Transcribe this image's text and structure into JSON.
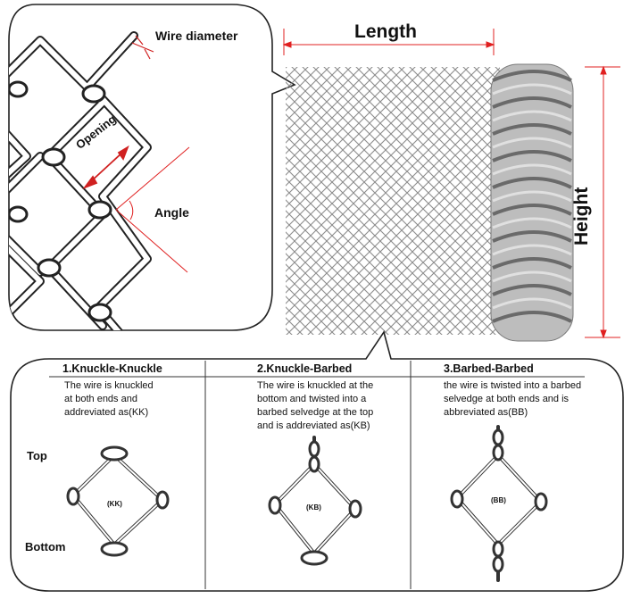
{
  "top": {
    "wire_diameter_label": "Wire diameter",
    "opening_label": "Opening",
    "angle_label": "Angle",
    "length_label": "Length",
    "height_label": "Height"
  },
  "types": [
    {
      "title": "1.Knuckle-Knuckle",
      "lines": [
        "The wire is knuckled",
        "at both ends and",
        "addreviated as(KK)"
      ],
      "code": "(KK)"
    },
    {
      "title": "2.Knuckle-Barbed",
      "lines": [
        "The wire is knuckled at the",
        "bottom and twisted into a",
        "barbed selvedge at the top",
        "and is addreviated as(KB)"
      ],
      "code": "(KB)"
    },
    {
      "title": "3.Barbed-Barbed",
      "lines": [
        "the wire is twisted into a barbed",
        "selvedge at both ends and is",
        "abbreviated as(BB)"
      ],
      "code": "(BB)"
    }
  ],
  "side_labels": {
    "top": "Top",
    "bottom": "Bottom"
  },
  "colors": {
    "dimension_line": "#e02020",
    "wire": "#2a2a2a",
    "mesh": "#9a9a9a"
  }
}
